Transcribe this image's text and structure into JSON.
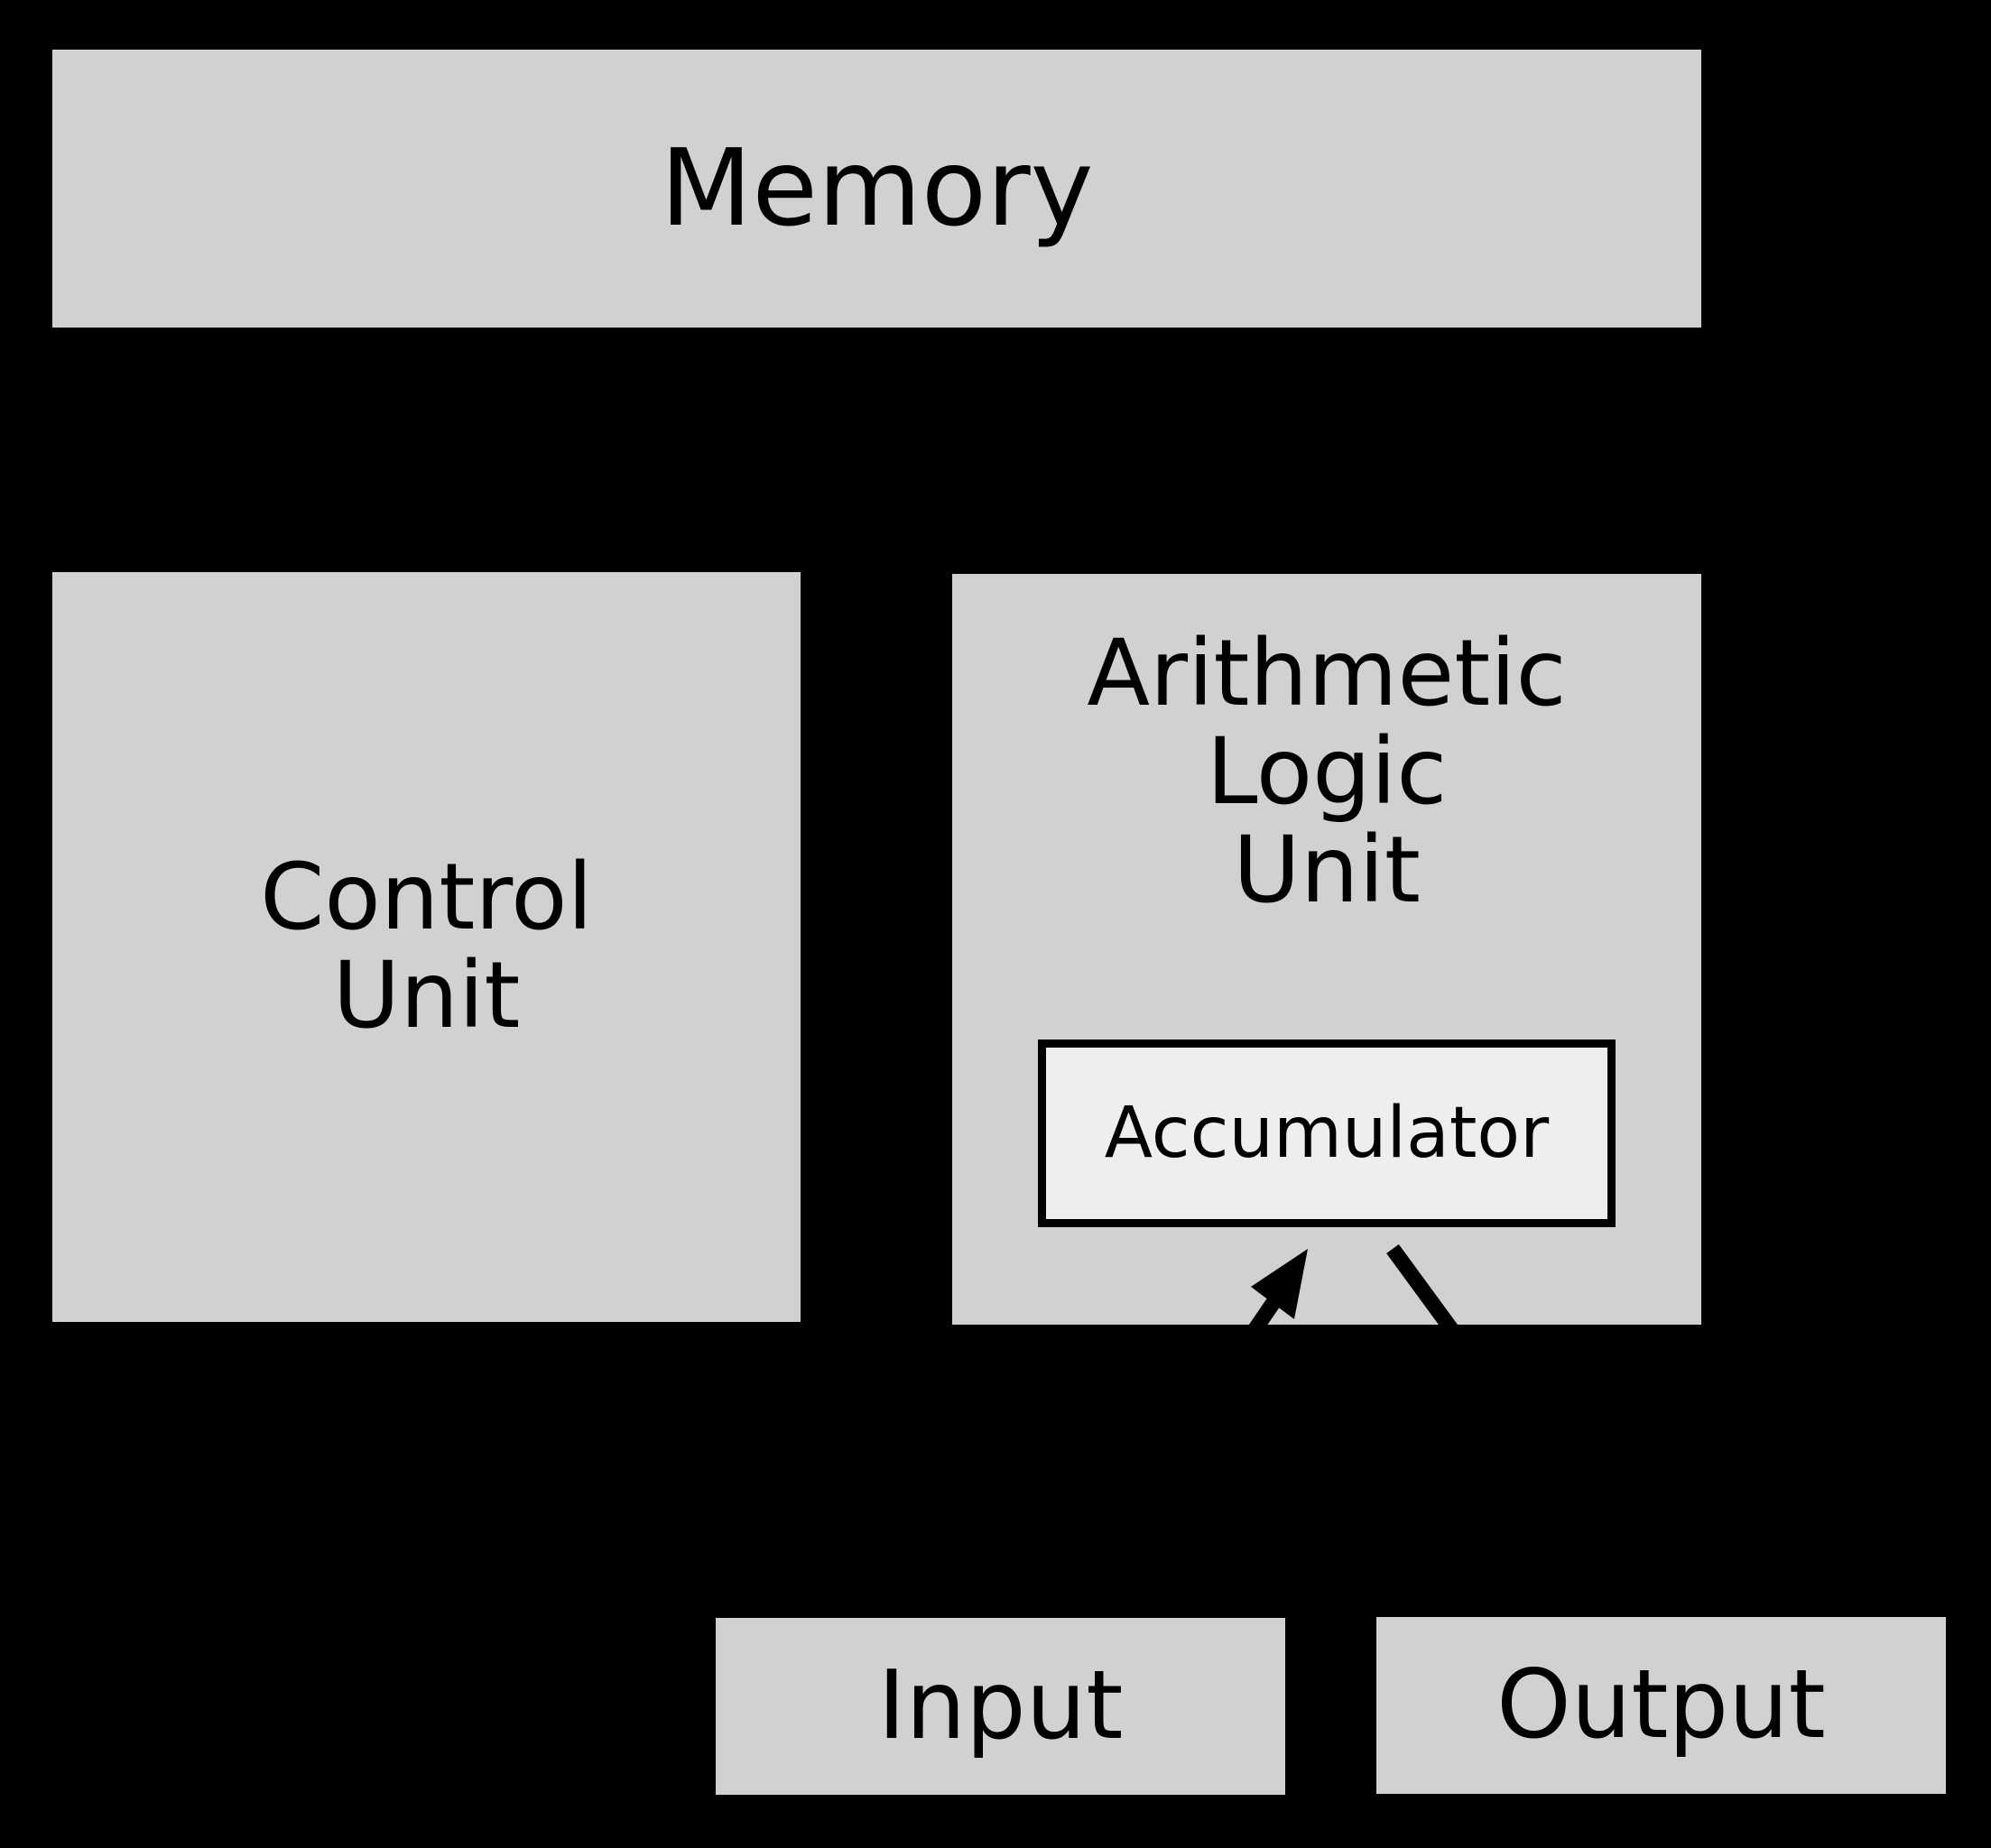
{
  "diagram": {
    "title": "Von Neumann architecture block diagram",
    "background_color": "#000000",
    "block_fill_color": "#d1d1d1",
    "accumulator_fill_color": "#eeeeee",
    "stroke_color": "#000000",
    "blocks": [
      {
        "id": "memory",
        "label": "Memory"
      },
      {
        "id": "control-unit",
        "label": "Control\nUnit"
      },
      {
        "id": "alu",
        "label": "Arithmetic\nLogic\nUnit"
      },
      {
        "id": "accumulator",
        "label": "Accumulator"
      },
      {
        "id": "input",
        "label": "Input"
      },
      {
        "id": "output",
        "label": "Output"
      }
    ],
    "connectors": [
      {
        "id": "accumulator-inbound-left",
        "kind": "arrow",
        "direction": "up-right",
        "target": "accumulator"
      },
      {
        "id": "accumulator-inbound-right",
        "kind": "line",
        "direction": "up-left",
        "target": "accumulator"
      }
    ]
  }
}
